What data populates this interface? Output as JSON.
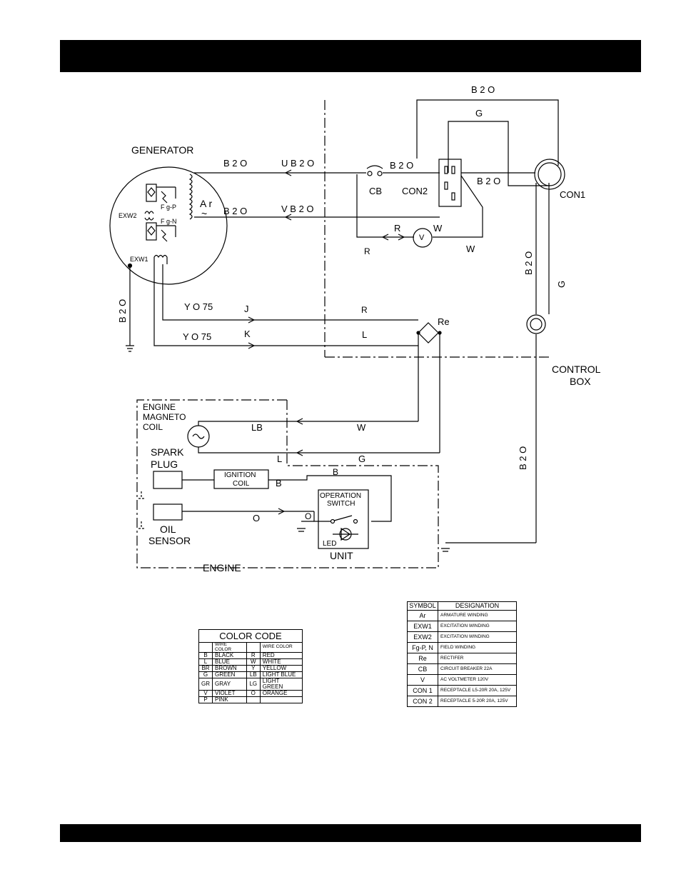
{
  "labels": {
    "generator": "GENERATOR",
    "exw2": "EXW2",
    "exw1": "EXW1",
    "fgp": "F g-P",
    "fgn": "F g-N",
    "ar": "A r",
    "ac": "~",
    "b20_top": "B 2 O",
    "g_top": "G",
    "b20_u_left": "B 2 O",
    "u_b20": "U  B 2 O",
    "b20_cb": "B 2 O",
    "b20_con": "B 2 O",
    "b20_v_left": "B 2 O",
    "v_b20": "V  B 2 O",
    "cb": "CB",
    "con2": "CON2",
    "con1": "CON1",
    "r_volt": "R",
    "w_volt": "W",
    "v_meter": "V",
    "r_low": "R",
    "w_low": "W",
    "b20_right": "B 2 O",
    "g_right": "G",
    "b20_left": "B 2 O",
    "yo75_j": "Y O 75",
    "j": "J",
    "r_j": "R",
    "yo75_k": "Y O 75",
    "k": "K",
    "l_k": "L",
    "re": "Re",
    "control_box_1": "CONTROL",
    "control_box_2": "BOX",
    "magneto_1": "ENGINE",
    "magneto_2": "MAGNETO",
    "magneto_3": "COIL",
    "lb": "LB",
    "w_mag": "W",
    "l_mag": "L",
    "g_mag": "G",
    "b20_lower": "B 2 O",
    "spark_1": "SPARK",
    "spark_2": "PLUG",
    "ignition_1": "IGNITION",
    "ignition_2": "COIL",
    "b_ign": "B",
    "b_top": "B",
    "op_1": "OPERATION",
    "op_2": "SWITCH",
    "o_wire": "O",
    "o_sw": "O",
    "oil_1": "OIL",
    "oil_2": "SENSOR",
    "led": "LED",
    "unit": "UNIT",
    "engine": "ENGINE"
  },
  "color_code": {
    "title": "COLOR CODE",
    "header": "WIRE COLOR",
    "rows": [
      [
        "B",
        "BLACK",
        "R",
        "RED"
      ],
      [
        "L",
        "BLUE",
        "W",
        "WHITE"
      ],
      [
        "BR",
        "BROWN",
        "Y",
        "YELLOW"
      ],
      [
        "G",
        "GREEN",
        "LB",
        "LIGHT BLUE"
      ],
      [
        "GR",
        "GRAY",
        "LG",
        "LIGHT GREEN"
      ],
      [
        "V",
        "VIOLET",
        "O",
        "ORANGE"
      ],
      [
        "P",
        "PINK",
        "",
        ""
      ]
    ]
  },
  "symbols": {
    "header_symbol": "SYMBOL",
    "header_designation": "DESIGNATION",
    "rows": [
      [
        "Ar",
        "ARMATURE WINDING"
      ],
      [
        "EXW1",
        "EXCITATION WINDING"
      ],
      [
        "EXW2",
        "EXCITATION WINDING"
      ],
      [
        "Fg-P, N",
        "FIELD WINDING"
      ],
      [
        "Re",
        "RECTIFER"
      ],
      [
        "CB",
        "CIRCUIT BREAKER  22A"
      ],
      [
        "V",
        "AC VOLTMETER   120V"
      ],
      [
        "CON 1",
        "RECEPTACLE  L5-20R  20A, 125V"
      ],
      [
        "CON 2",
        "RECEPTACLE  5-20R  20A, 125V"
      ]
    ]
  }
}
